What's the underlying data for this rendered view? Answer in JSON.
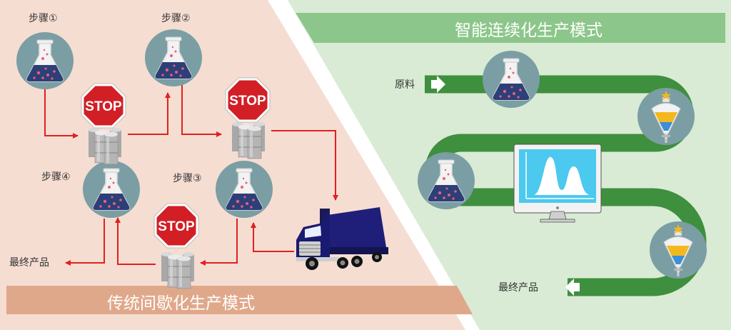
{
  "left_panel": {
    "title": "传统间歇化生产模式",
    "steps": [
      "步骤①",
      "步骤②",
      "步骤③",
      "步骤④"
    ],
    "final_product": "最终产品",
    "stop_text": "STOP",
    "colors": {
      "background": "#f5ddd2",
      "banner": "#e0a88a",
      "arrow": "#e02020"
    }
  },
  "right_panel": {
    "title": "智能连续化生产模式",
    "raw_material": "原料",
    "final_product": "最终产品",
    "colors": {
      "background": "#d9ebd4",
      "banner": "#8cc68a",
      "pipe": "#3e8f3e"
    }
  },
  "icons": [
    "flask-icon",
    "stop-sign-icon",
    "barrels-icon",
    "truck-icon",
    "separatory-funnel-icon",
    "monitor-chromatogram-icon",
    "arrow-right-icon",
    "arrow-left-icon"
  ]
}
